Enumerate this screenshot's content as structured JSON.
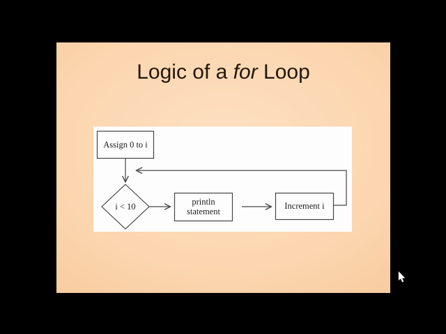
{
  "screen": {
    "background_color": "#000000",
    "cursor": "arrow-pointer"
  },
  "slide": {
    "background": {
      "center_color": "#fde0c2",
      "edge_color": "#f3b787"
    },
    "title": {
      "text_before_italic": "Logic of a ",
      "italic_word": "for",
      "text_after_italic": " Loop",
      "color": "#241709"
    },
    "flowchart": {
      "panel_background": "#fdfdfd",
      "line_color": "#454545",
      "nodes": {
        "assign": {
          "shape": "rectangle",
          "label": "Assign 0 to i"
        },
        "condition": {
          "shape": "diamond",
          "label": "i < 10"
        },
        "println": {
          "shape": "rectangle",
          "label_line1": "println",
          "label_line2": "statement"
        },
        "increment": {
          "shape": "rectangle",
          "label": "Increment i"
        }
      },
      "edges": [
        {
          "from": "assign",
          "to": "condition"
        },
        {
          "from": "condition",
          "to": "println"
        },
        {
          "from": "println",
          "to": "increment"
        },
        {
          "from": "increment",
          "to": "condition",
          "style": "loop-back"
        }
      ]
    }
  }
}
